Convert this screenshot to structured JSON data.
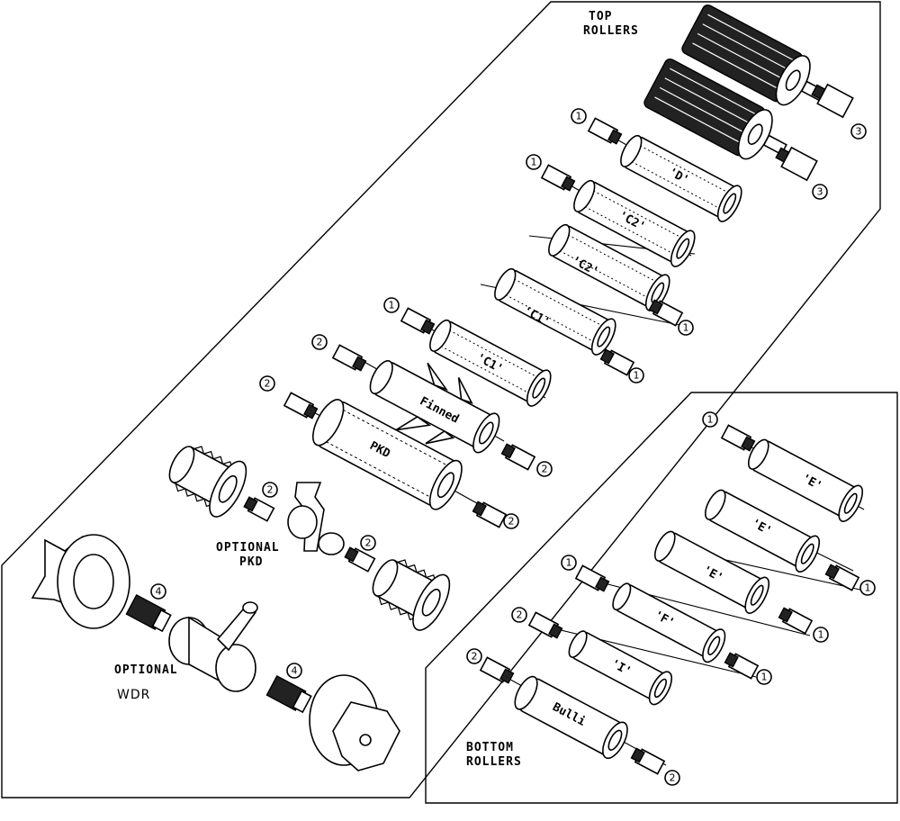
{
  "labels": {
    "top_rollers_line1": "TOP",
    "top_rollers_line2": "ROLLERS",
    "bottom_rollers_line1": "BOTTOM",
    "bottom_rollers_line2": "ROLLERS",
    "optional_pkd_line1": "OPTIONAL",
    "optional_pkd_line2": "PKD",
    "optional_wdr_line1": "OPTIONAL",
    "optional_wdr_line2": "WDR"
  },
  "roller_labels": {
    "d": "'D'",
    "c2_a": "'C2'",
    "c2_b": "'C2'",
    "c1_a": "'C1'",
    "c1_b": "'C1'",
    "finned": "Finned",
    "pkd": "PKD",
    "e_a": "'E'",
    "e_b": "'E'",
    "e_c": "'E'",
    "f": "'F'",
    "i": "'I'",
    "bulli": "Bulli"
  },
  "callouts": [
    "1",
    "1",
    "1",
    "1",
    "1",
    "2",
    "2",
    "2",
    "2",
    "2",
    "3",
    "3",
    "4",
    "4",
    "1",
    "1",
    "1",
    "1",
    "1",
    "2",
    "2",
    "2"
  ]
}
